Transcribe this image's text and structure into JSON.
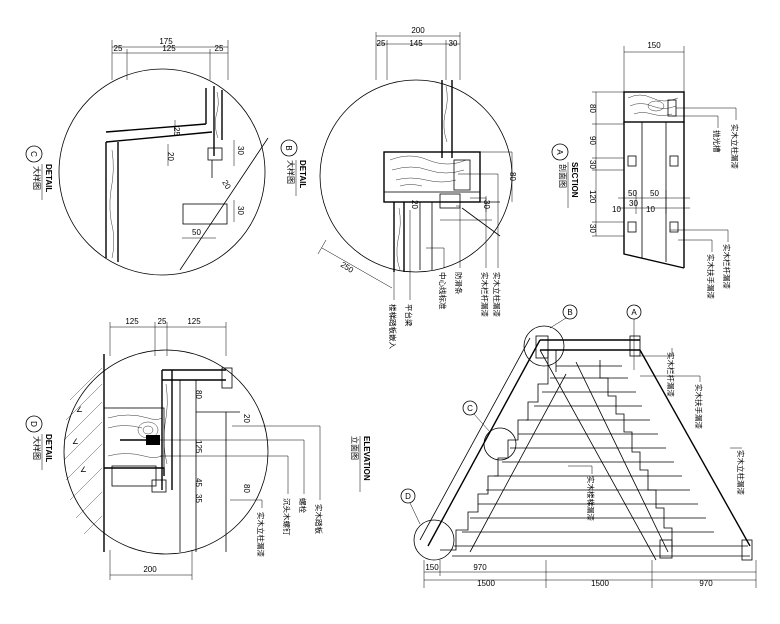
{
  "detail_c": {
    "dims_top": [
      "175",
      "25",
      "125",
      "25"
    ],
    "dims_inner": [
      "25",
      "20",
      "30",
      "20",
      "30",
      "50"
    ],
    "marker": "C",
    "title_en": "DETAIL",
    "title_cn": "大样图"
  },
  "detail_b": {
    "dims_top": [
      "200",
      "25",
      "145",
      "30"
    ],
    "dims_inner": [
      "80",
      "20",
      "30",
      "250"
    ],
    "marker": "B",
    "title_en": "DETAIL",
    "title_cn": "大样图",
    "notes": [
      "实木立柱漏漆",
      "实木栏杆漏漆",
      "防滑条",
      "中心线标准",
      "平台梁",
      "楼梯踏板嵌入"
    ]
  },
  "section_a": {
    "dims_top": [
      "150"
    ],
    "dims_side": [
      "80",
      "90",
      "30",
      "120",
      "30"
    ],
    "dims_inner": [
      "50",
      "50",
      "10",
      "30",
      "10"
    ],
    "marker": "A",
    "title_en": "SECTION",
    "title_cn": "剖面图",
    "notes": [
      "实木立柱漏漆",
      "抛光槽",
      "实木栏杆漏漆",
      "实木扶手漏漆"
    ]
  },
  "detail_d": {
    "dims_top": [
      "125",
      "25",
      "125"
    ],
    "dims_inner": [
      "80",
      "20",
      "125",
      "45",
      "35",
      "80"
    ],
    "dims_bottom": [
      "200"
    ],
    "marker": "D",
    "title_en": "DETAIL",
    "title_cn": "大样图",
    "notes": [
      "实木踏板",
      "螺栓",
      "沉头木螺钉",
      "实木立柱漏漆"
    ]
  },
  "elevation": {
    "title_en": "ELEVATION",
    "title_cn": "立面图",
    "markers": [
      "B",
      "A",
      "C",
      "D"
    ],
    "dims_bottom": [
      "150",
      "970",
      "1500",
      "1500",
      "970"
    ],
    "notes": [
      "实木栏杆漏漆",
      "实木扶手漏漆",
      "实木立柱漏漆",
      "实木楼梯漏漆"
    ]
  }
}
